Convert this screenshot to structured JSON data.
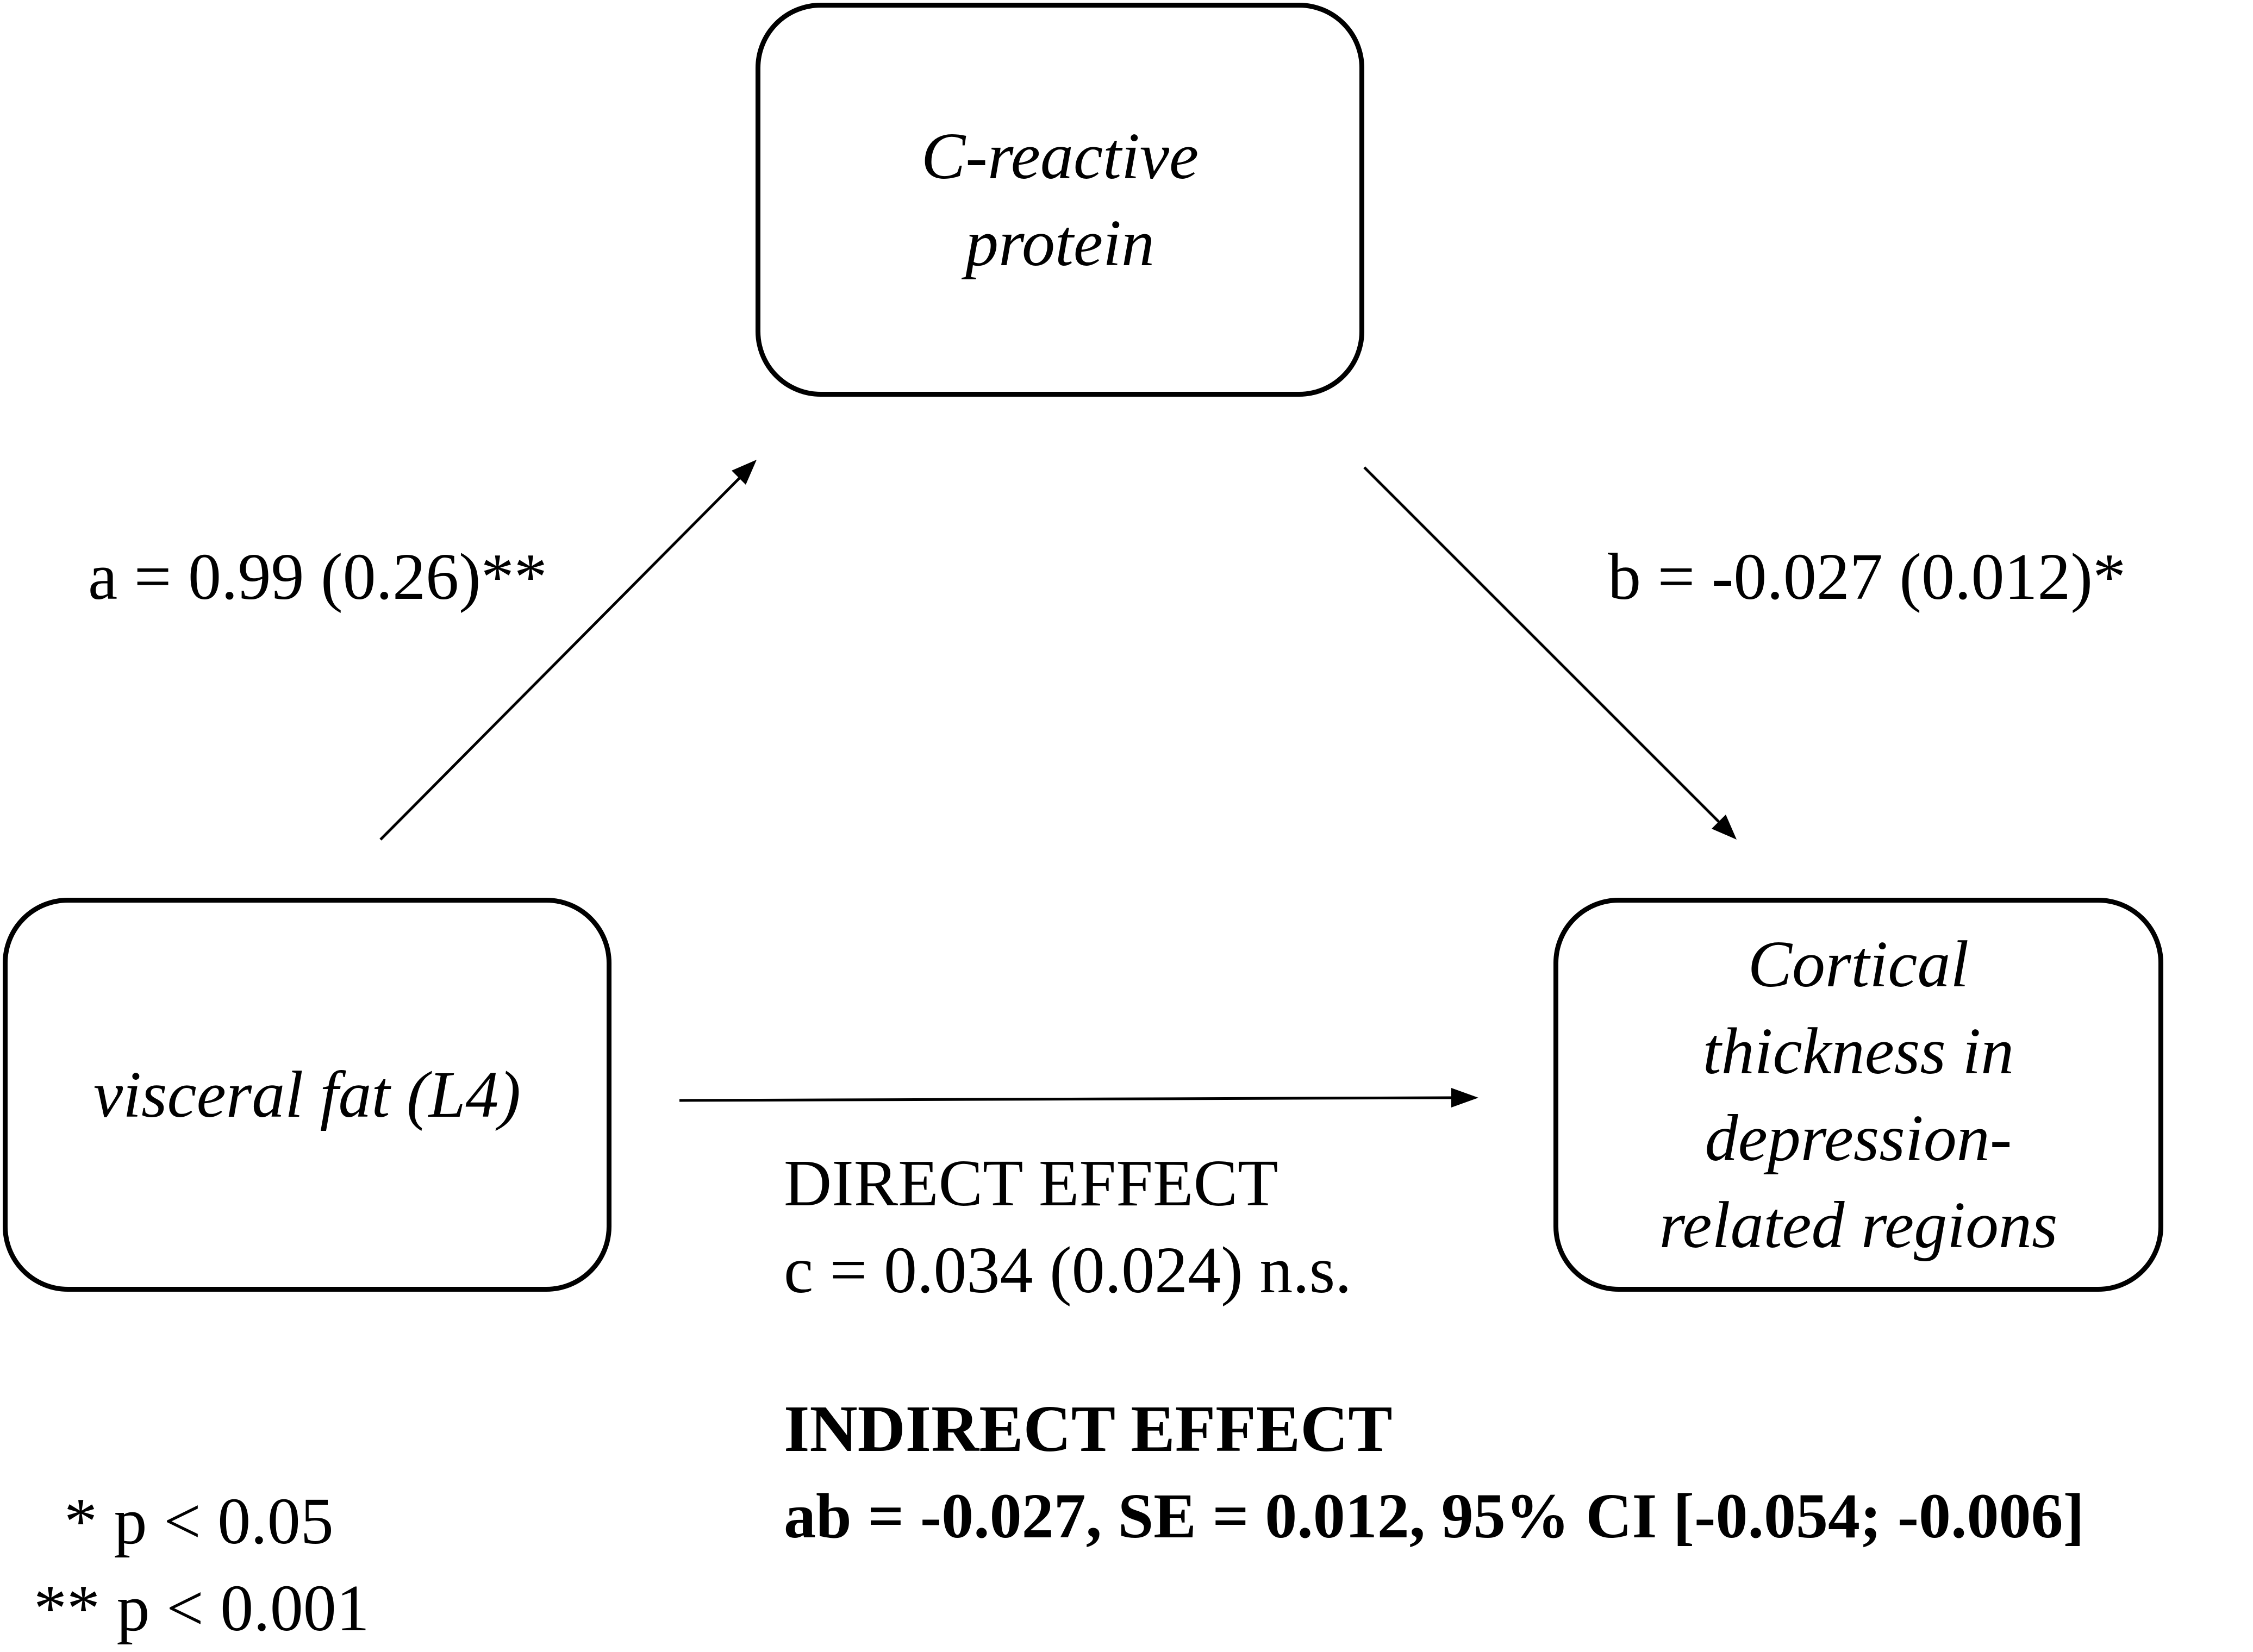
{
  "nodes": {
    "mediator": {
      "line1": "C-reactive",
      "line2": "protein"
    },
    "predictor": {
      "line1": "visceral fat (L4)"
    },
    "outcome": {
      "line1": "Cortical",
      "line2": "thickness in",
      "line3": "depression-",
      "line4": "related regions"
    }
  },
  "paths": {
    "a": "a = 0.99 (0.26)**",
    "b": "b = -0.027 (0.012)*",
    "direct_title": "DIRECT EFFECT",
    "direct_value": "c = 0.034 (0.024) n.s."
  },
  "indirect": {
    "title": "INDIRECT EFFECT",
    "value": "ab = -0.027, SE = 0.012, 95% CI [-0.054; -0.006]"
  },
  "legend": {
    "one_star": "* p < 0.05",
    "two_star": "** p < 0.001"
  }
}
